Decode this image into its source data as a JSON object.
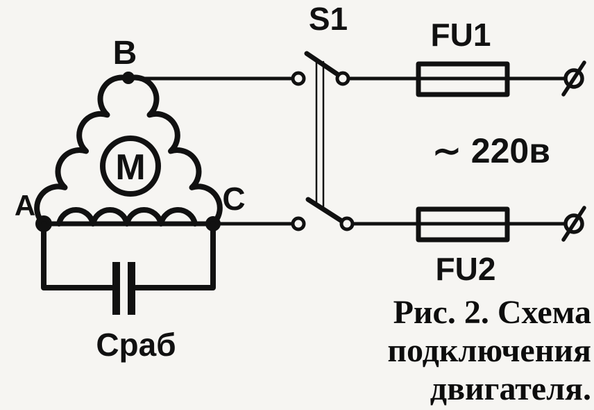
{
  "diagram": {
    "bg_color": "#f6f5f2",
    "ink_color": "#111111",
    "motor_label": "M",
    "vertex_b_label": "B",
    "vertex_a_label": "A",
    "vertex_c_label": "C",
    "switch_label": "S1",
    "fuse1_label": "FU1",
    "fuse2_label": "FU2",
    "voltage_label": "∼ 220в",
    "capacitor_label": "Сраб",
    "components": [
      "delta-connected motor winding A-B-C",
      "motor M",
      "run capacitor Сраб between A and C",
      "double-pole switch S1",
      "fuse FU1 on line B",
      "fuse FU2 on line C",
      "220V AC supply terminals"
    ]
  },
  "caption": {
    "line1": "Рис. 2. Схема",
    "line2": "подключения",
    "line3": "двигателя."
  }
}
